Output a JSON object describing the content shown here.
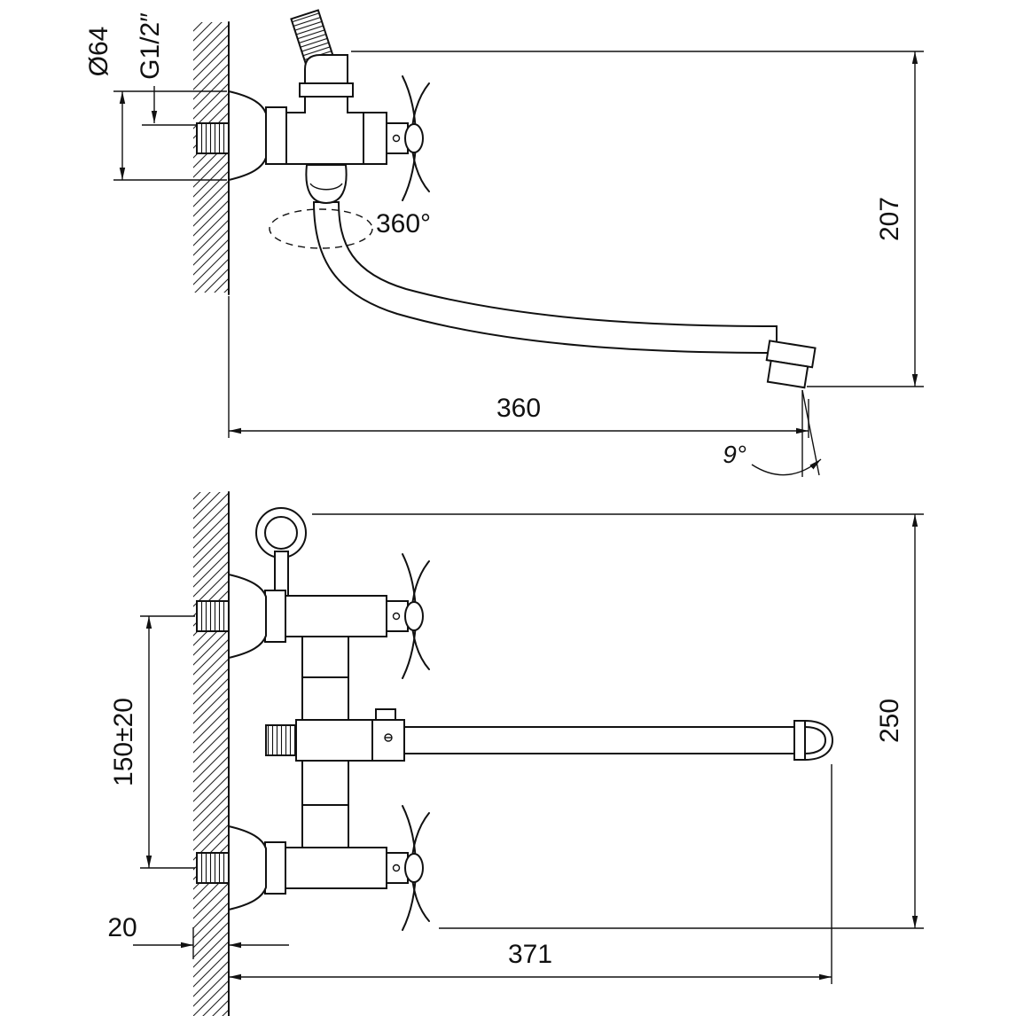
{
  "diagram": {
    "type": "technical-drawing",
    "subject": "wall-mounted bath mixer faucet, two orthographic views with dimensions",
    "views": {
      "top": {
        "labels": {
          "diameter": "Ø64",
          "thread": "G1/2″",
          "swivel": "360°",
          "height": "207",
          "reach": "360",
          "angle": "9°"
        }
      },
      "bottom": {
        "labels": {
          "centers": "150±20",
          "height": "250",
          "wall_thickness": "20",
          "reach": "371"
        }
      }
    }
  }
}
